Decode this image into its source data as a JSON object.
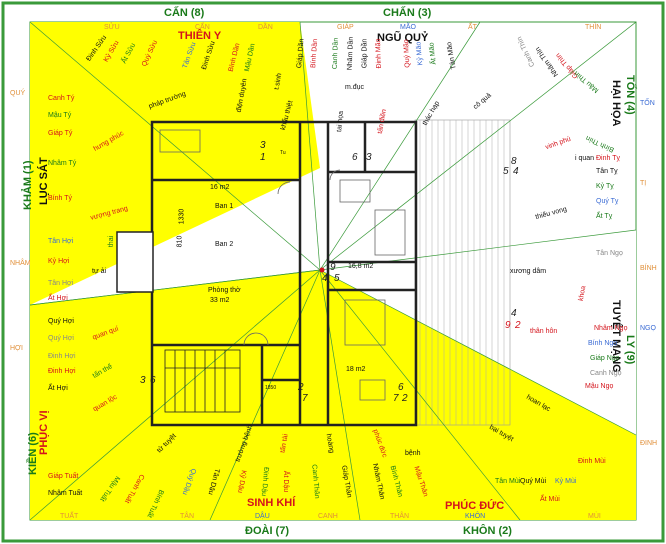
{
  "directions": {
    "can": "CẤN (8)",
    "chan": "CHẤN (3)",
    "ton": "TỐN (4)",
    "ly": "LY (9)",
    "khon": "KHÔN (2)",
    "doai": "ĐOÀI (7)",
    "kien": "KIỀN (6)",
    "kham": "KHẢM (1)"
  },
  "zones": {
    "thien_y": "THIÊN Y",
    "ngu_quy": "NGŨ QUỶ",
    "hai_hoa": "HẠI HỌA",
    "tuyet_mang": "TUYỆT MẠNG",
    "phuc_duc": "PHÚC ĐỨC",
    "sinh_khi": "SINH KHÍ",
    "phuc_vi": "PHỤC VỊ",
    "luc_sat": "LỤC SÁT"
  },
  "mountains": {
    "suu": "SỬU",
    "can": "CẤN",
    "dan": "DẦN",
    "giap": "GIÁP",
    "mao": "MÃO",
    "at": "ẤT",
    "thin": "THÌN",
    "ton": "TỐN",
    "ty": "TỊ",
    "binh": "BÍNH",
    "ngo": "NGỌ",
    "dinh": "ĐINH",
    "mui": "MÙI",
    "khon": "KHÔN",
    "than": "THÂN",
    "canh": "CANH",
    "dau": "DẬU",
    "tan": "TÂN",
    "tuat": "TUẤT",
    "hoi": "HỢI",
    "nham": "NHÂM",
    "quy": "QUÝ"
  },
  "inner_labels": [
    "Đinh Sửu",
    "Kỷ Sửu",
    "Ất Sửu",
    "Quý Sửu",
    "Tân Sửu",
    "Đinh Sửu",
    "Bính Dần",
    "Mậu Dần",
    "Giáp Dần",
    "Canh Dần",
    "Nhâm Dần",
    "Bính Dần",
    "Giáp Dần",
    "Đinh Mão",
    "Kỷ Mão",
    "Ất Mão",
    "Quý Mão",
    "Tân Mão",
    "Canh Thìn",
    "Nhâm Thìn",
    "Giáp Thìn",
    "Mậu Thìn",
    "Bính Thìn",
    "Tân Tỵ",
    "Quý Tỵ",
    "Ất Tỵ",
    "Kỷ Tỵ",
    "Đinh Tỵ",
    "Tân Ngọ",
    "Nhâm Ngọ",
    "Giáp Ngọ",
    "Bính Ngọ",
    "Mậu Ngọ",
    "Canh Ngọ",
    "Đinh Mùi",
    "Kỷ Mùi",
    "Quý Mùi",
    "Ất Mùi",
    "Tân Mùi",
    "Giáp Thân",
    "Bính Thân",
    "Mậu Thân",
    "Canh Thân",
    "Nhâm Thân",
    "Ất Dậu",
    "Đinh Dậu",
    "Kỷ Dậu",
    "Tân Dậu",
    "Quý Dậu",
    "Canh Tuất",
    "Bính Tuất",
    "Mậu Tuất",
    "Giáp Tuất",
    "Nhâm Tuất",
    "Quý Hợi",
    "Kỷ Hợi",
    "Tân Hợi",
    "Đinh Hợi",
    "Ất Hợi",
    "Nhâm Tý",
    "Canh Tý",
    "Mậu Tý",
    "Bính Tý",
    "Giáp Tý",
    "Tân Hợi",
    "Quý Hợi",
    "Đinh Hợi",
    "Ất Hợi"
  ],
  "stars": {
    "t_sinh": "t.sinh",
    "dien_duyen": "điện duyên",
    "khau_thiet": "khẩu thiệt",
    "phap_truong": "pháp trường",
    "hung_phuc": "hưng phúc",
    "vuong_trang": "vượng trang",
    "tu_ai": "tự ải",
    "quan_quy": "quan quí",
    "tan_the": "tấn thế",
    "quan_loc": "quan lộc",
    "tu_tuyet": "tử tuyệt",
    "truong_benh": "trường bệnh",
    "tan_tai": "tấn tài",
    "hoang": "hoàng",
    "phuc_duc_lbl": "phúc đức",
    "benh": "bệnh",
    "bai_tuyet": "bại tuyệt",
    "than_hon": "thân hôn",
    "hoan_lac": "hoan lạc",
    "xuong_dam": "xương dâm",
    "thieu_vong": "thiếu vong",
    "vinh_phu": "vinh phú",
    "i_quan": "i quan",
    "co_qua": "cô quả",
    "m_duc": "m.đục",
    "tan_dien": "tấn điền",
    "tai_hoa": "tai họa",
    "thac_hap": "thác hạp",
    "thai": "thai",
    "khoa": "khoa"
  },
  "rooms": {
    "a1": "16 m2",
    "ban1": "Ban 1",
    "ban2": "Ban 2",
    "phongtho": "Phòng thờ",
    "phongtho_area": "33 m2",
    "a2": "16,8 m2",
    "a3": "18 m2",
    "dim1": "1330",
    "dim2": "810",
    "dim3": "1850",
    "tu": "Tu"
  },
  "marks": {
    "m3": "3",
    "m1": "1",
    "m6": "6",
    "m3b": "3",
    "m5": "5",
    "m4": "4",
    "m8": "8",
    "m9": "9",
    "m4b": "4",
    "m5b": "5",
    "m3c": "3",
    "m6b": "6",
    "m2": "2",
    "m7": "7",
    "m6c": "6",
    "m7b": "7",
    "m2b": "2",
    "m9b": "9",
    "m2c": "2",
    "m4c": "4"
  }
}
